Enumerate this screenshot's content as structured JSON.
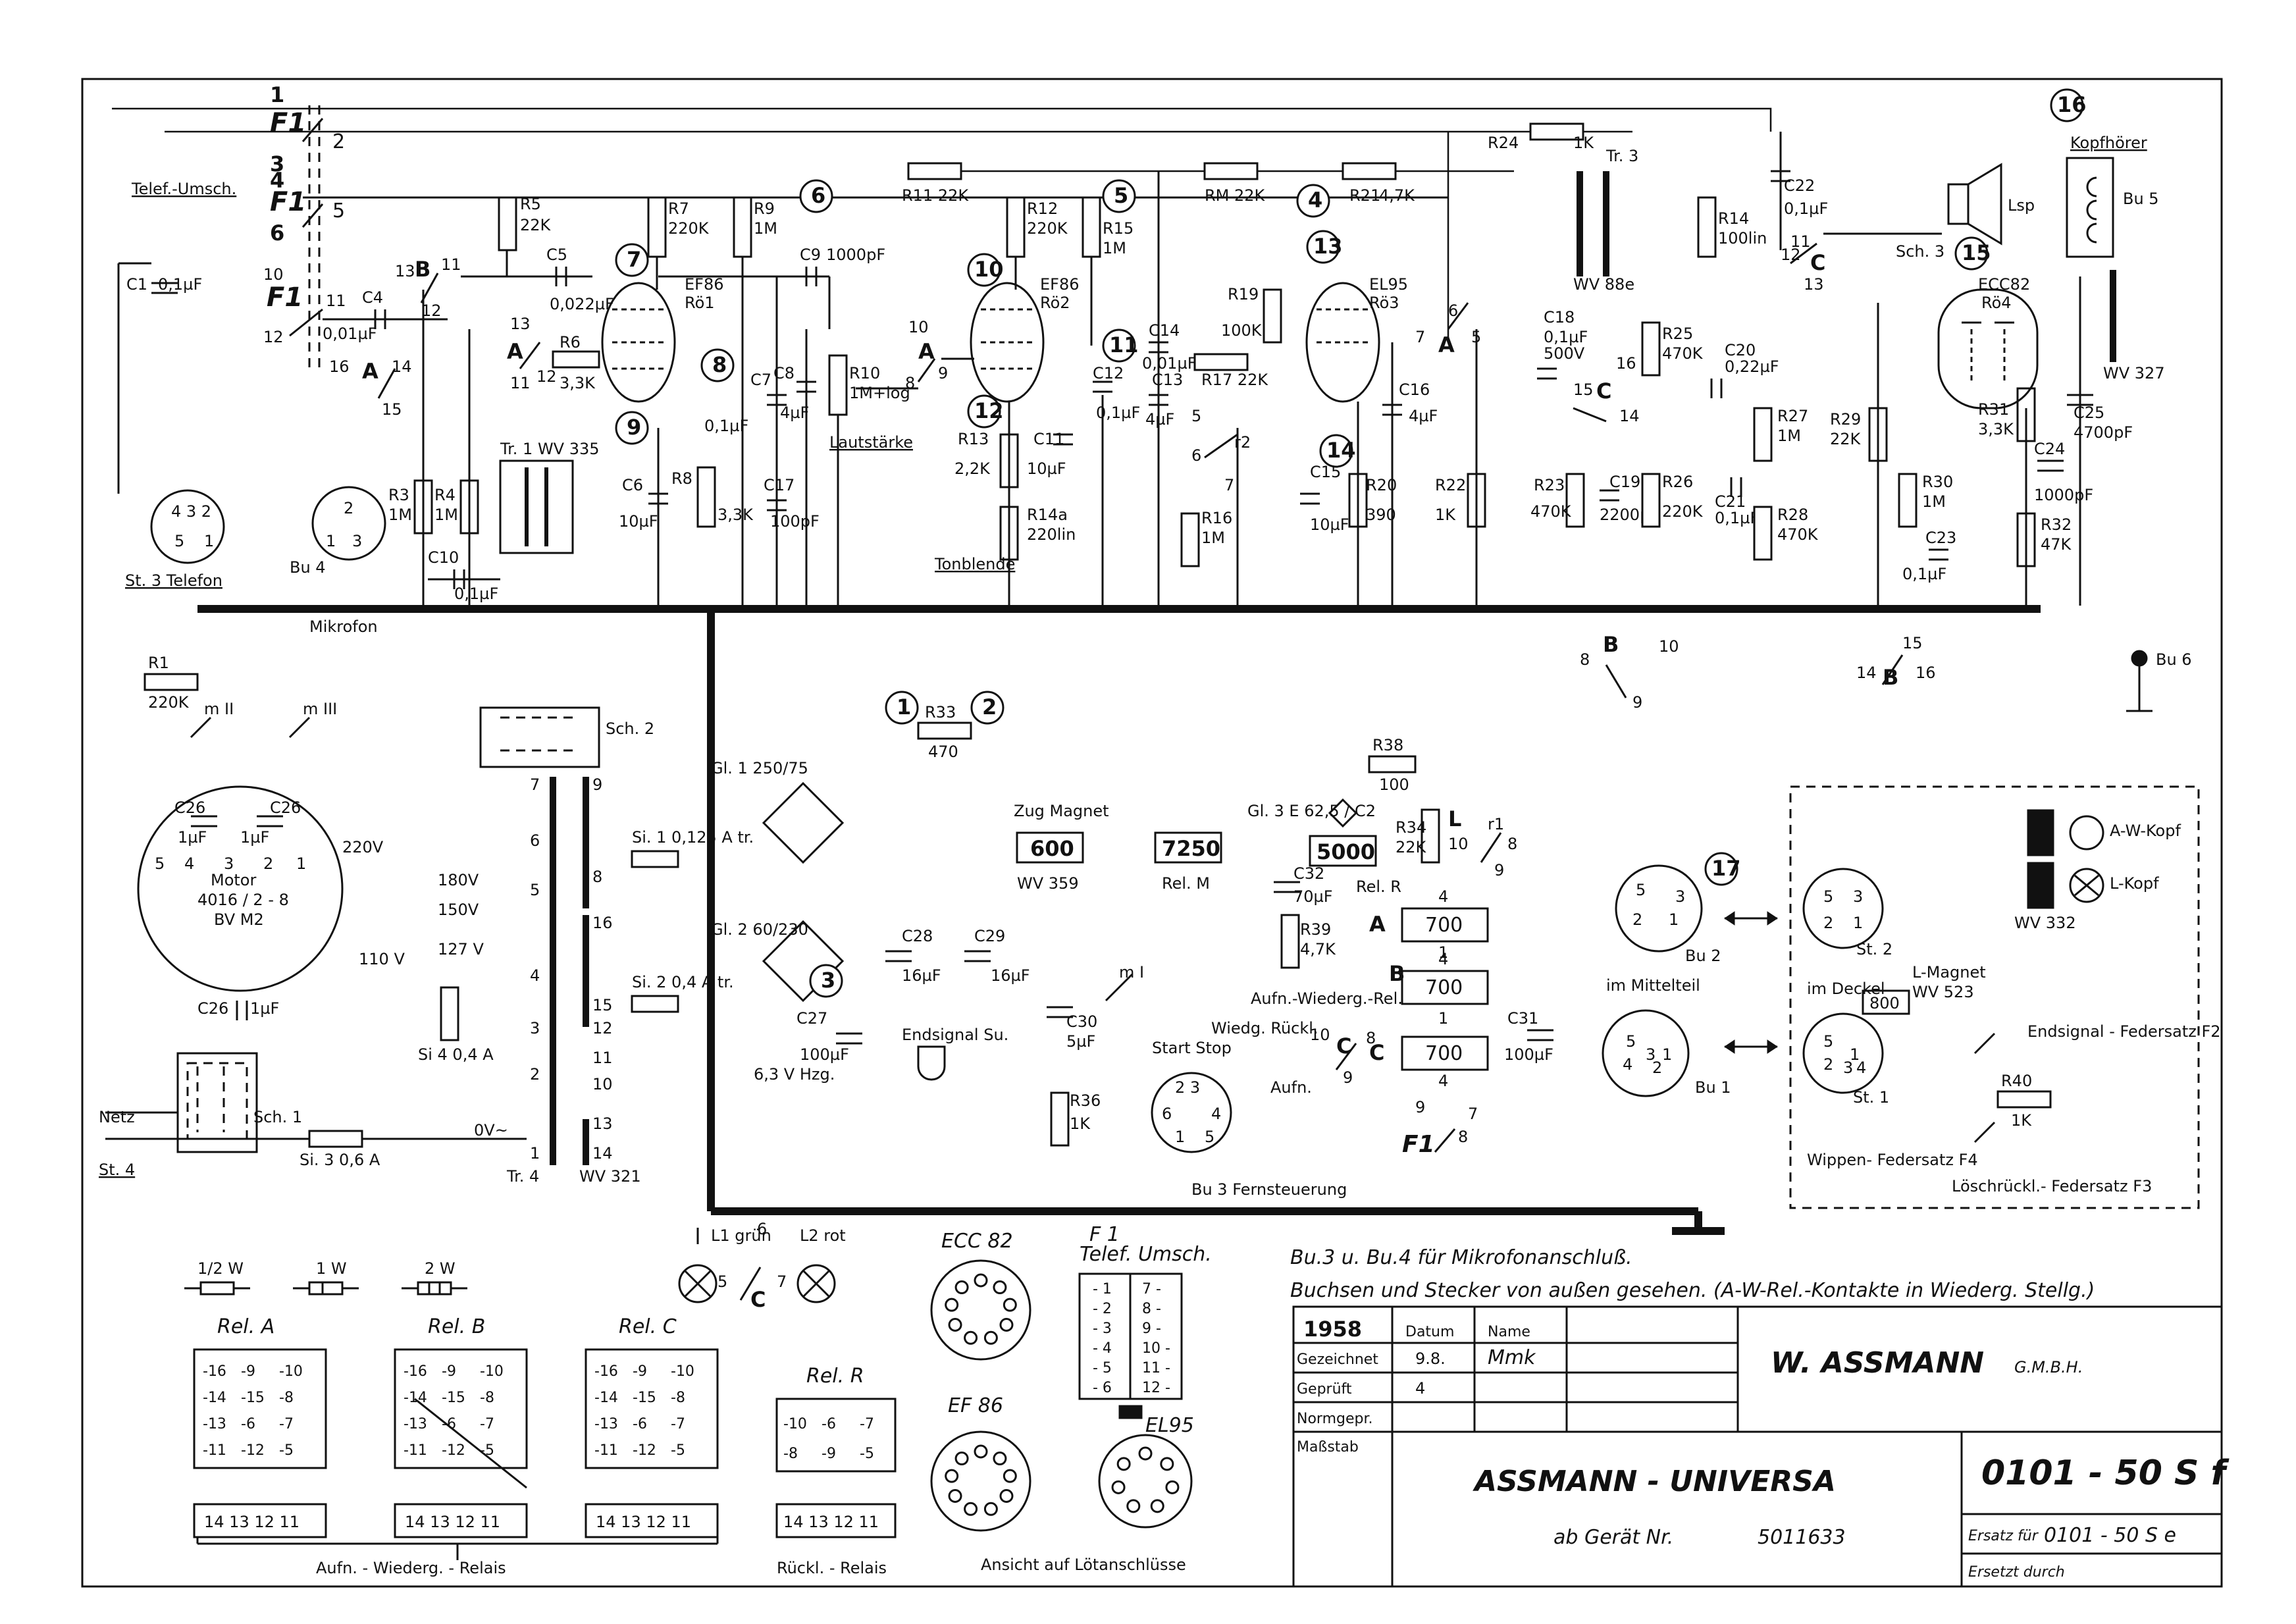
{
  "title_block": {
    "year": "1958",
    "col_datum": "Datum",
    "col_name": "Name",
    "row_gezeichnet": "Gezeichnet",
    "row_geprueft": "Geprüft",
    "row_normgepr": "Normgepr.",
    "row_massstab": "Maßstab",
    "gezeichnet_datum": "9.8.",
    "gezeichnet_name": "Mmk",
    "geprueft_datum": "4",
    "company": "W. ASSMANN",
    "company_suffix": "G.M.B.H.",
    "product": "ASSMANN - UNIVERSA",
    "from_device_label": "ab Gerät Nr.",
    "from_device_number": "5011633",
    "drawing_number": "0101 - 50 S f",
    "replaces_label": "Ersatz für",
    "replaces_number": "0101 - 50 S  e",
    "replaced_by_label": "Ersetzt durch"
  },
  "notes": {
    "note1": "Bu.3 u. Bu.4  für  Mikrofonanschluß.",
    "note2": "Buchsen und Stecker von außen gesehen. (A-W-Rel.-Kontakte in Wiederg. Stellg.)"
  },
  "tubes": [
    {
      "circle": "7",
      "type": "EF86",
      "ref": "Rö1"
    },
    {
      "circle": "10",
      "type": "EF86",
      "ref": "Rö2"
    },
    {
      "circle": "13",
      "type": "EL95",
      "ref": "Rö3"
    },
    {
      "circle": "15",
      "type": "ECC82",
      "ref": "Rö4"
    }
  ],
  "node_numbers": [
    "1",
    "2",
    "3",
    "4",
    "5",
    "6",
    "7",
    "8",
    "9",
    "10",
    "11",
    "12",
    "13",
    "14",
    "15",
    "16",
    "17"
  ],
  "resistors": [
    {
      "ref": "R1",
      "value": "220 K"
    },
    {
      "ref": "R3",
      "value": "1M"
    },
    {
      "ref": "R4",
      "value": "1M"
    },
    {
      "ref": "R5",
      "value": "22 K"
    },
    {
      "ref": "R6",
      "value": "3,3 K"
    },
    {
      "ref": "R7",
      "value": "220 K"
    },
    {
      "ref": "R8",
      "value": "3,3 K"
    },
    {
      "ref": "R9",
      "value": "1M"
    },
    {
      "ref": "R10",
      "value": "1M+log"
    },
    {
      "ref": "R11",
      "value": "22 K"
    },
    {
      "ref": "R12",
      "value": "220 K"
    },
    {
      "ref": "R13",
      "value": "2,2 K"
    },
    {
      "ref": "R14",
      "value": "100 lin"
    },
    {
      "ref": "R14a",
      "value": "220 lin"
    },
    {
      "ref": "R15",
      "value": "1M"
    },
    {
      "ref": "R16",
      "value": "1M"
    },
    {
      "ref": "R17",
      "value": "22 K"
    },
    {
      "ref": "RM",
      "value": "22 K"
    },
    {
      "ref": "R19",
      "value": "100 K"
    },
    {
      "ref": "R20",
      "value": "390"
    },
    {
      "ref": "R21",
      "value": "4,7 K"
    },
    {
      "ref": "R22",
      "value": "1 K"
    },
    {
      "ref": "R23",
      "value": "470 K"
    },
    {
      "ref": "R24",
      "value": "1 K"
    },
    {
      "ref": "R25",
      "value": "470 K"
    },
    {
      "ref": "R26",
      "value": "220 K"
    },
    {
      "ref": "R27",
      "value": "1M"
    },
    {
      "ref": "R28",
      "value": "470 K"
    },
    {
      "ref": "R29",
      "value": "22 K"
    },
    {
      "ref": "R30",
      "value": "1M"
    },
    {
      "ref": "R31",
      "value": "3,3 K"
    },
    {
      "ref": "R32",
      "value": "47 K"
    },
    {
      "ref": "R33",
      "value": "470"
    },
    {
      "ref": "R34",
      "value": "22 K"
    },
    {
      "ref": "R36",
      "value": "1 K"
    },
    {
      "ref": "R38",
      "value": "100"
    },
    {
      "ref": "R39",
      "value": "4,7 K"
    },
    {
      "ref": "R40",
      "value": "1 K"
    }
  ],
  "capacitors": [
    {
      "ref": "C1",
      "value": "0,1 µF"
    },
    {
      "ref": "C4",
      "value": "0,01 µF"
    },
    {
      "ref": "C5",
      "value": "0,022 µF"
    },
    {
      "ref": "C6",
      "value": "10 µF"
    },
    {
      "ref": "C7",
      "value": "0,1 µF"
    },
    {
      "ref": "C8",
      "value": "4 µF"
    },
    {
      "ref": "C9",
      "value": "1000 pF"
    },
    {
      "ref": "C10",
      "value": "0,1 µF"
    },
    {
      "ref": "C11",
      "value": "10 µF"
    },
    {
      "ref": "C12",
      "value": "0,1 µF"
    },
    {
      "ref": "C13",
      "value": "4 µF"
    },
    {
      "ref": "C14",
      "value": "0,01 µF"
    },
    {
      "ref": "C15",
      "value": "10 µF"
    },
    {
      "ref": "C16",
      "value": "4 µF"
    },
    {
      "ref": "C17",
      "value": "100 pF"
    },
    {
      "ref": "C18",
      "value": "0,1 µF 500V"
    },
    {
      "ref": "C19",
      "value": "2200 pF"
    },
    {
      "ref": "C20",
      "value": "0,22 µF"
    },
    {
      "ref": "C21",
      "value": "0,1 µF"
    },
    {
      "ref": "C22",
      "value": "0,1 µF"
    },
    {
      "ref": "C23",
      "value": "0,1 µF"
    },
    {
      "ref": "C24",
      "value": "1000 pF"
    },
    {
      "ref": "C25",
      "value": "4700 pF"
    },
    {
      "ref": "C26",
      "value": "1 µF"
    },
    {
      "ref": "C27",
      "value": "100 µF"
    },
    {
      "ref": "C28",
      "value": "16 µF"
    },
    {
      "ref": "C29",
      "value": "16 µF"
    },
    {
      "ref": "C30",
      "value": "5 µF"
    },
    {
      "ref": "C31",
      "value": "100 µF"
    },
    {
      "ref": "C32",
      "value": "70 µF"
    }
  ],
  "labels": {
    "telef_umsch": "Telef.-Umsch.",
    "lautstaerke": "Lautstärke",
    "tonblende": "Tonblende",
    "kopfhoerer": "Kopfhörer",
    "bu5": "Bu 5",
    "bu6": "Bu 6",
    "bu4": "Bu 4",
    "st3_telefon": "St. 3 Telefon",
    "mikrofon": "Mikrofon",
    "tr1": "Tr. 1  WV 335",
    "tr3": "Tr. 3",
    "wv88e": "WV 88e",
    "wv327": "WV 327",
    "sch2": "Sch. 2",
    "sch3": "Sch. 3",
    "sch1": "Sch. 1",
    "motor": "Motor",
    "motor_type": "4016 / 2 - 8",
    "motor_bv": "BV M2",
    "tr4": "Tr. 4",
    "wv321": "WV 321",
    "si1": "Si. 1  0,125 A tr.",
    "si2": "Si. 2  0,4 A tr.",
    "si4": "Si 4  0,4 A",
    "si3": "Si. 3  0,6 A",
    "gl1": "Gl. 1  250/75",
    "gl2": "Gl. 2  60/230",
    "gl3": "Gl. 3  E 62,5 / C2",
    "v220": "220V",
    "v180": "180V",
    "v150": "150V",
    "v127": "127 V",
    "v110": "110 V",
    "ov": "0V~",
    "netz": "Netz",
    "st4": "St. 4",
    "hzg": "6,3 V Hzg.",
    "endsignal_su": "Endsignal Su.",
    "zug_magnet": "Zug  Magnet",
    "zug_value": "600",
    "zug_wv": "WV  359",
    "rel_m_value": "7250",
    "rel_m": "Rel. M",
    "rel_r_value": "5000",
    "rel_r": "Rel. R",
    "relay_700": "700",
    "aufn_wiederg_rel": "Aufn.-Wiederg.-Rel.",
    "start_stop": "Start Stop",
    "wiedg_rueckl": "Wiedg. Rückl.",
    "aufn": "Aufn.",
    "bu3_fernsteuerung": "Bu 3  Fernsteuerung",
    "im_mittelteil": "im Mittelteil",
    "bu1": "Bu 1",
    "bu2": "Bu 2",
    "aw_kopf": "A-W-Kopf",
    "l_kopf": "L-Kopf",
    "wv332": "WV 332",
    "st2": "St. 2",
    "im_deckel": "im Deckel",
    "l_magnet": "L-Magnet",
    "wv523": "WV 523",
    "l_magnet_value": "800",
    "st1": "St. 1",
    "endsignal_federsatz": "Endsignal - Federsatz F2",
    "wippen_federsatz": "Wippen- Federsatz F4",
    "loeschrueck": "Löschrückl.- Federsatz F3",
    "l1": "L1  grün",
    "l2": "L2  rot",
    "motor_switch_1": "m II",
    "motor_switch_2": "m III",
    "lsp": "Lsp"
  },
  "legend": {
    "watt_half": "1/2 W",
    "watt_1": "1 W",
    "watt_2": "2 W",
    "rel_a": "Rel. A",
    "rel_b": "Rel. B",
    "rel_c": "Rel. C",
    "rel_r": "Rel. R",
    "rel_contacts_rows": [
      [
        "-16",
        "-9",
        "-10"
      ],
      [
        "-14",
        "-15",
        "-8"
      ],
      [
        "-13",
        "-6",
        "-7"
      ],
      [
        "-11",
        "-12",
        "-5"
      ]
    ],
    "rel_r_rows": [
      [
        "-10",
        "-6",
        "-7"
      ],
      [
        "-8",
        "-9",
        "-5"
      ]
    ],
    "rel_pins": "14  13  12  11",
    "aufn_wiederg_relais": "Aufn. - Wiederg. - Relais",
    "rueckl_relais": "Rückl. - Relais",
    "ecc82": "ECC 82",
    "ef86": "EF 86",
    "el95": "EL95",
    "f1_title": "F 1",
    "f1_sub": "Telef. Umsch.",
    "ansicht": "Ansicht auf Lötanschlüsse",
    "f1_left": [
      "1",
      "2",
      "3",
      "4",
      "5",
      "6"
    ],
    "f1_right": [
      "7",
      "8",
      "9",
      "10",
      "11",
      "12"
    ]
  }
}
